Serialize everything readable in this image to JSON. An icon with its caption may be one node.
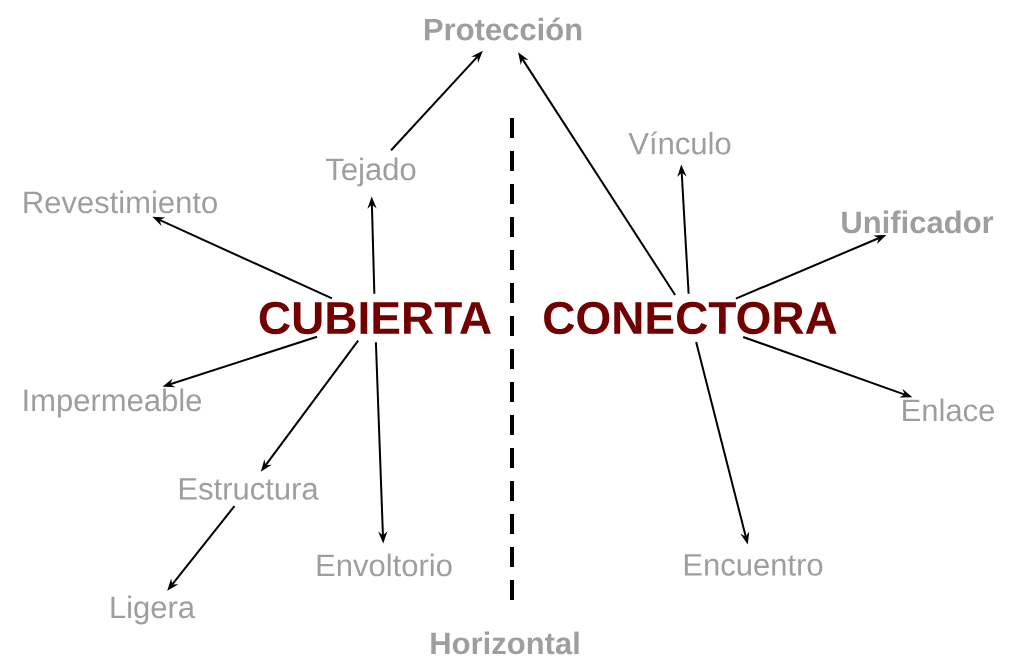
{
  "diagram": {
    "nodes": [
      {
        "text": [
          "Protección"
        ]
      },
      {
        "text": [
          "Tejado"
        ]
      },
      {
        "text": [
          "Revestimiento"
        ]
      },
      {
        "text": [
          "CUBIERTA"
        ]
      },
      {
        "text": [
          "CONECTORA"
        ]
      },
      {
        "text": [
          "Vínculo"
        ]
      },
      {
        "text": [
          "Unificador"
        ]
      },
      {
        "text": [
          "Impermeable"
        ]
      },
      {
        "text": [
          "Enlace"
        ]
      },
      {
        "text": [
          "Estructura"
        ]
      },
      {
        "text": [
          "Envoltorio"
        ]
      },
      {
        "text": [
          "Encuentro"
        ]
      },
      {
        "text": [
          "Ligera"
        ]
      },
      {
        "text": [
          "Horizontal"
        ]
      }
    ],
    "edges": [
      {
        "from": 1,
        "to": 0,
        "arrow": "to"
      },
      {
        "from": 4,
        "to": 0,
        "arrow": "to"
      },
      {
        "from": 3,
        "to": 1,
        "arrow": "to"
      },
      {
        "from": 3,
        "to": 2,
        "arrow": "to"
      },
      {
        "from": 3,
        "to": 7,
        "arrow": "to"
      },
      {
        "from": 3,
        "to": 9,
        "arrow": "to"
      },
      {
        "from": 3,
        "to": 10,
        "arrow": "to"
      },
      {
        "from": 9,
        "to": 12,
        "arrow": "to"
      },
      {
        "from": 4,
        "to": 5,
        "arrow": "to"
      },
      {
        "from": 4,
        "to": 6,
        "arrow": "to"
      },
      {
        "from": 4,
        "to": 8,
        "arrow": "to"
      },
      {
        "from": 4,
        "to": 11,
        "arrow": "to"
      }
    ]
  }
}
